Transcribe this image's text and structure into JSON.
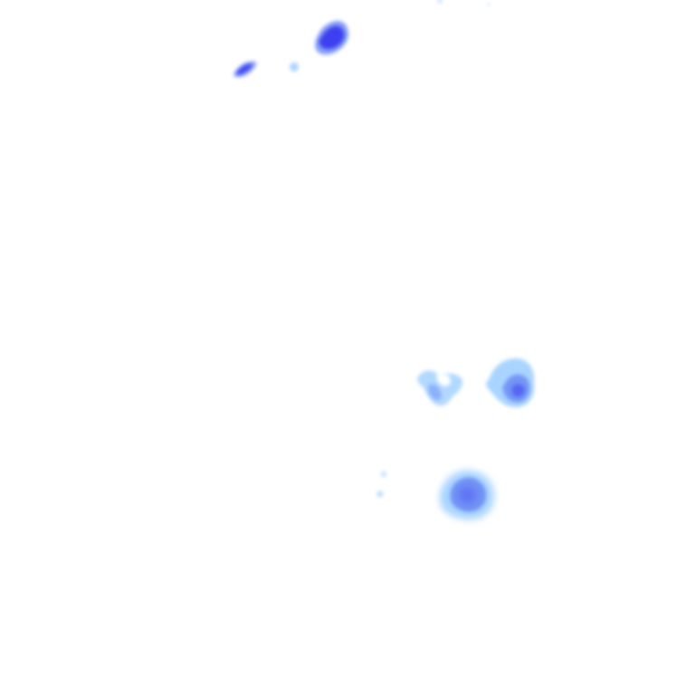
{
  "layer": {
    "type": "precipitation-radar-overlay",
    "background": "#ffffff",
    "intensity_palette": {
      "light": "#a9d4ff",
      "moderate": "#6f8ff5",
      "heavy": "#3d3ff0"
    },
    "echoes": [
      {
        "id": "echo-north-large",
        "intensity": "heavy"
      },
      {
        "id": "echo-north-small",
        "intensity": "heavy"
      },
      {
        "id": "echo-north-speck",
        "intensity": "light"
      },
      {
        "id": "echo-central-left",
        "intensity": "light"
      },
      {
        "id": "echo-central-right",
        "intensity": "moderate"
      },
      {
        "id": "echo-south",
        "intensity": "moderate"
      },
      {
        "id": "echo-south-specks",
        "intensity": "light"
      }
    ]
  }
}
